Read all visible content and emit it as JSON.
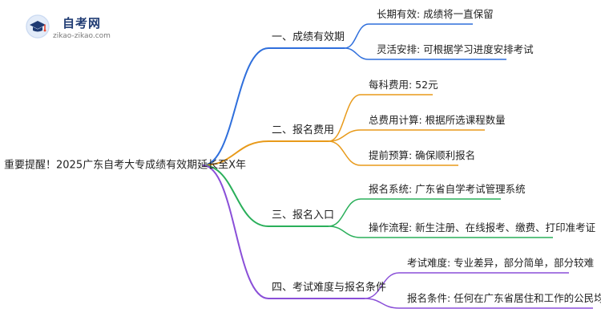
{
  "logo": {
    "name": "自考网",
    "url_text": "zikao-zikao.com",
    "icon": "graduation-cap-icon"
  },
  "root": {
    "label": "重要提醒！2025广东自考大专成绩有效期延长至X年"
  },
  "colors": {
    "root_line": "#d84a4a",
    "blue": "#2f6fdc",
    "orange": "#e89a1a",
    "green": "#2aaf5a",
    "purple": "#8a4fd8"
  },
  "branches": [
    {
      "label": "一、成绩有效期",
      "color": "#2f6fdc",
      "leaves": [
        "长期有效: 成绩将一直保留",
        "灵活安排: 可根据学习进度安排考试"
      ]
    },
    {
      "label": "二、报名费用",
      "color": "#e89a1a",
      "leaves": [
        "每科费用: 52元",
        "总费用计算: 根据所选课程数量",
        "提前预算: 确保顺利报名"
      ]
    },
    {
      "label": "三、报名入口",
      "color": "#2aaf5a",
      "leaves": [
        "报名系统: 广东省自学考试管理系统",
        "操作流程: 新生注册、在线报考、缴费、打印准考证"
      ]
    },
    {
      "label": "四、考试难度与报名条件",
      "color": "#8a4fd8",
      "leaves": [
        "考试难度: 专业差异，部分简单，部分较难",
        "报名条件: 任何在广东省居住和工作的公民均可报名"
      ]
    }
  ]
}
